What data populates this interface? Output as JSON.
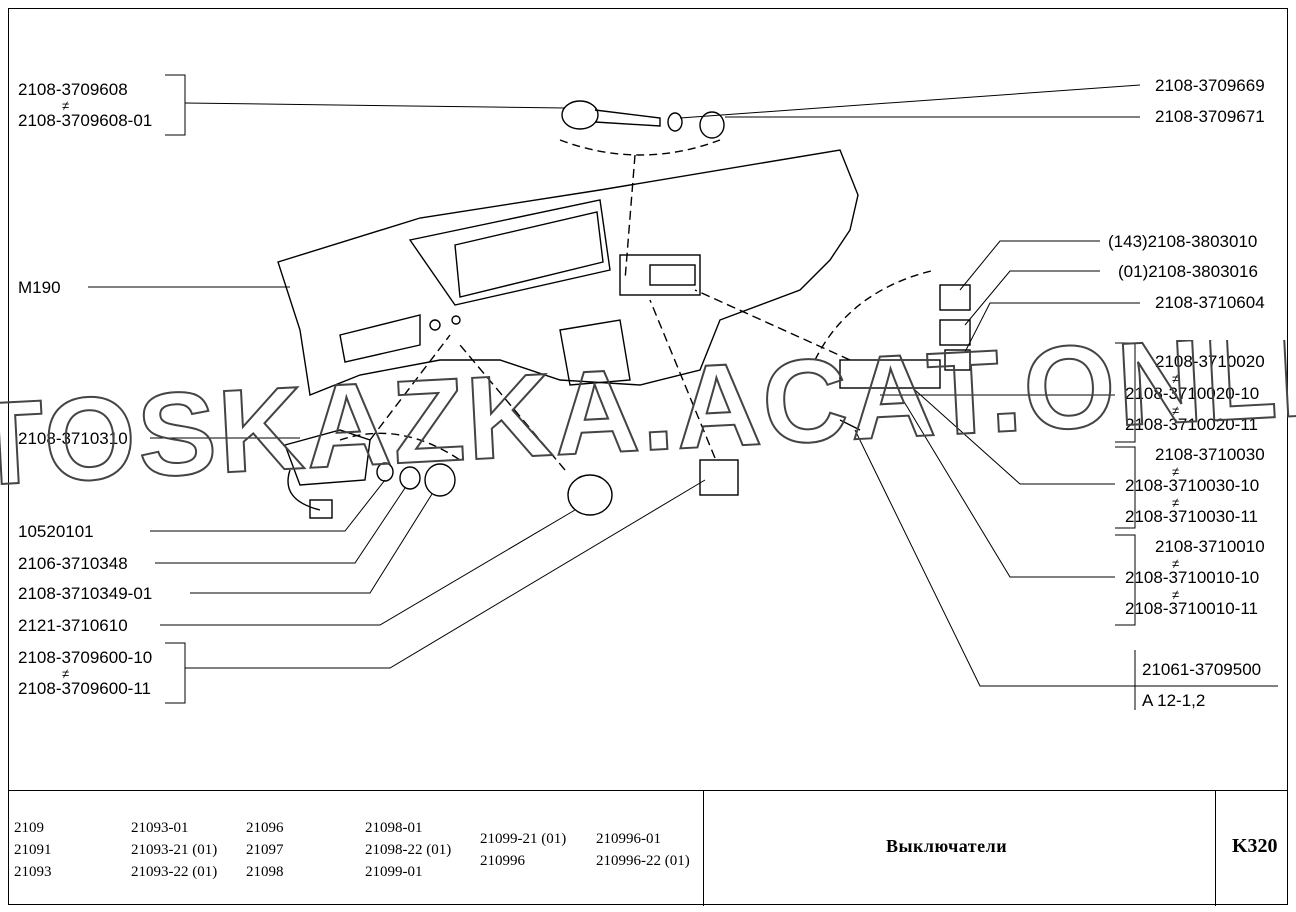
{
  "diagram": {
    "left_labels": {
      "switch_top": [
        "2108-3709608",
        "2108-3709608-01"
      ],
      "panel": "M190",
      "ignition": "2108-3710310",
      "l1": "10520101",
      "l2": "2106-3710348",
      "l3": "2108-3710349-01",
      "l4": "2121-3710610",
      "switch_bottom": [
        "2108-3709600-10",
        "2108-3709600-11"
      ]
    },
    "right_labels": {
      "r1": "2108-3709669",
      "r2": "2108-3709671",
      "r3": "(143)2108-3803010",
      "r4": "(01)2108-3803016",
      "r5": "2108-3710604",
      "group_a": [
        "2108-3710020",
        "2108-3710020-10",
        "2108-3710020-11"
      ],
      "group_b": [
        "2108-3710030",
        "2108-3710030-10",
        "2108-3710030-11"
      ],
      "group_c": [
        "2108-3710010",
        "2108-3710010-10",
        "2108-3710010-11"
      ],
      "lamp": "21061-3709500",
      "lamp_spec": "A 12-1,2"
    },
    "not_equal_symbol": "≠",
    "watermark": "AVTOSKAZKA.ACAT.ONLINE"
  },
  "footer": {
    "models": [
      [
        "2109",
        "21091",
        "21093"
      ],
      [
        "21093-01",
        "21093-21 (01)",
        "21093-22 (01)"
      ],
      [
        "21096",
        "21097",
        "21098"
      ],
      [
        "21098-01",
        "21098-22 (01)",
        "21099-01"
      ],
      [
        "21099-21 (01)",
        "210996"
      ],
      [
        "210996-01",
        "210996-22 (01)"
      ]
    ],
    "title": "Выключатели",
    "code": "K320"
  }
}
